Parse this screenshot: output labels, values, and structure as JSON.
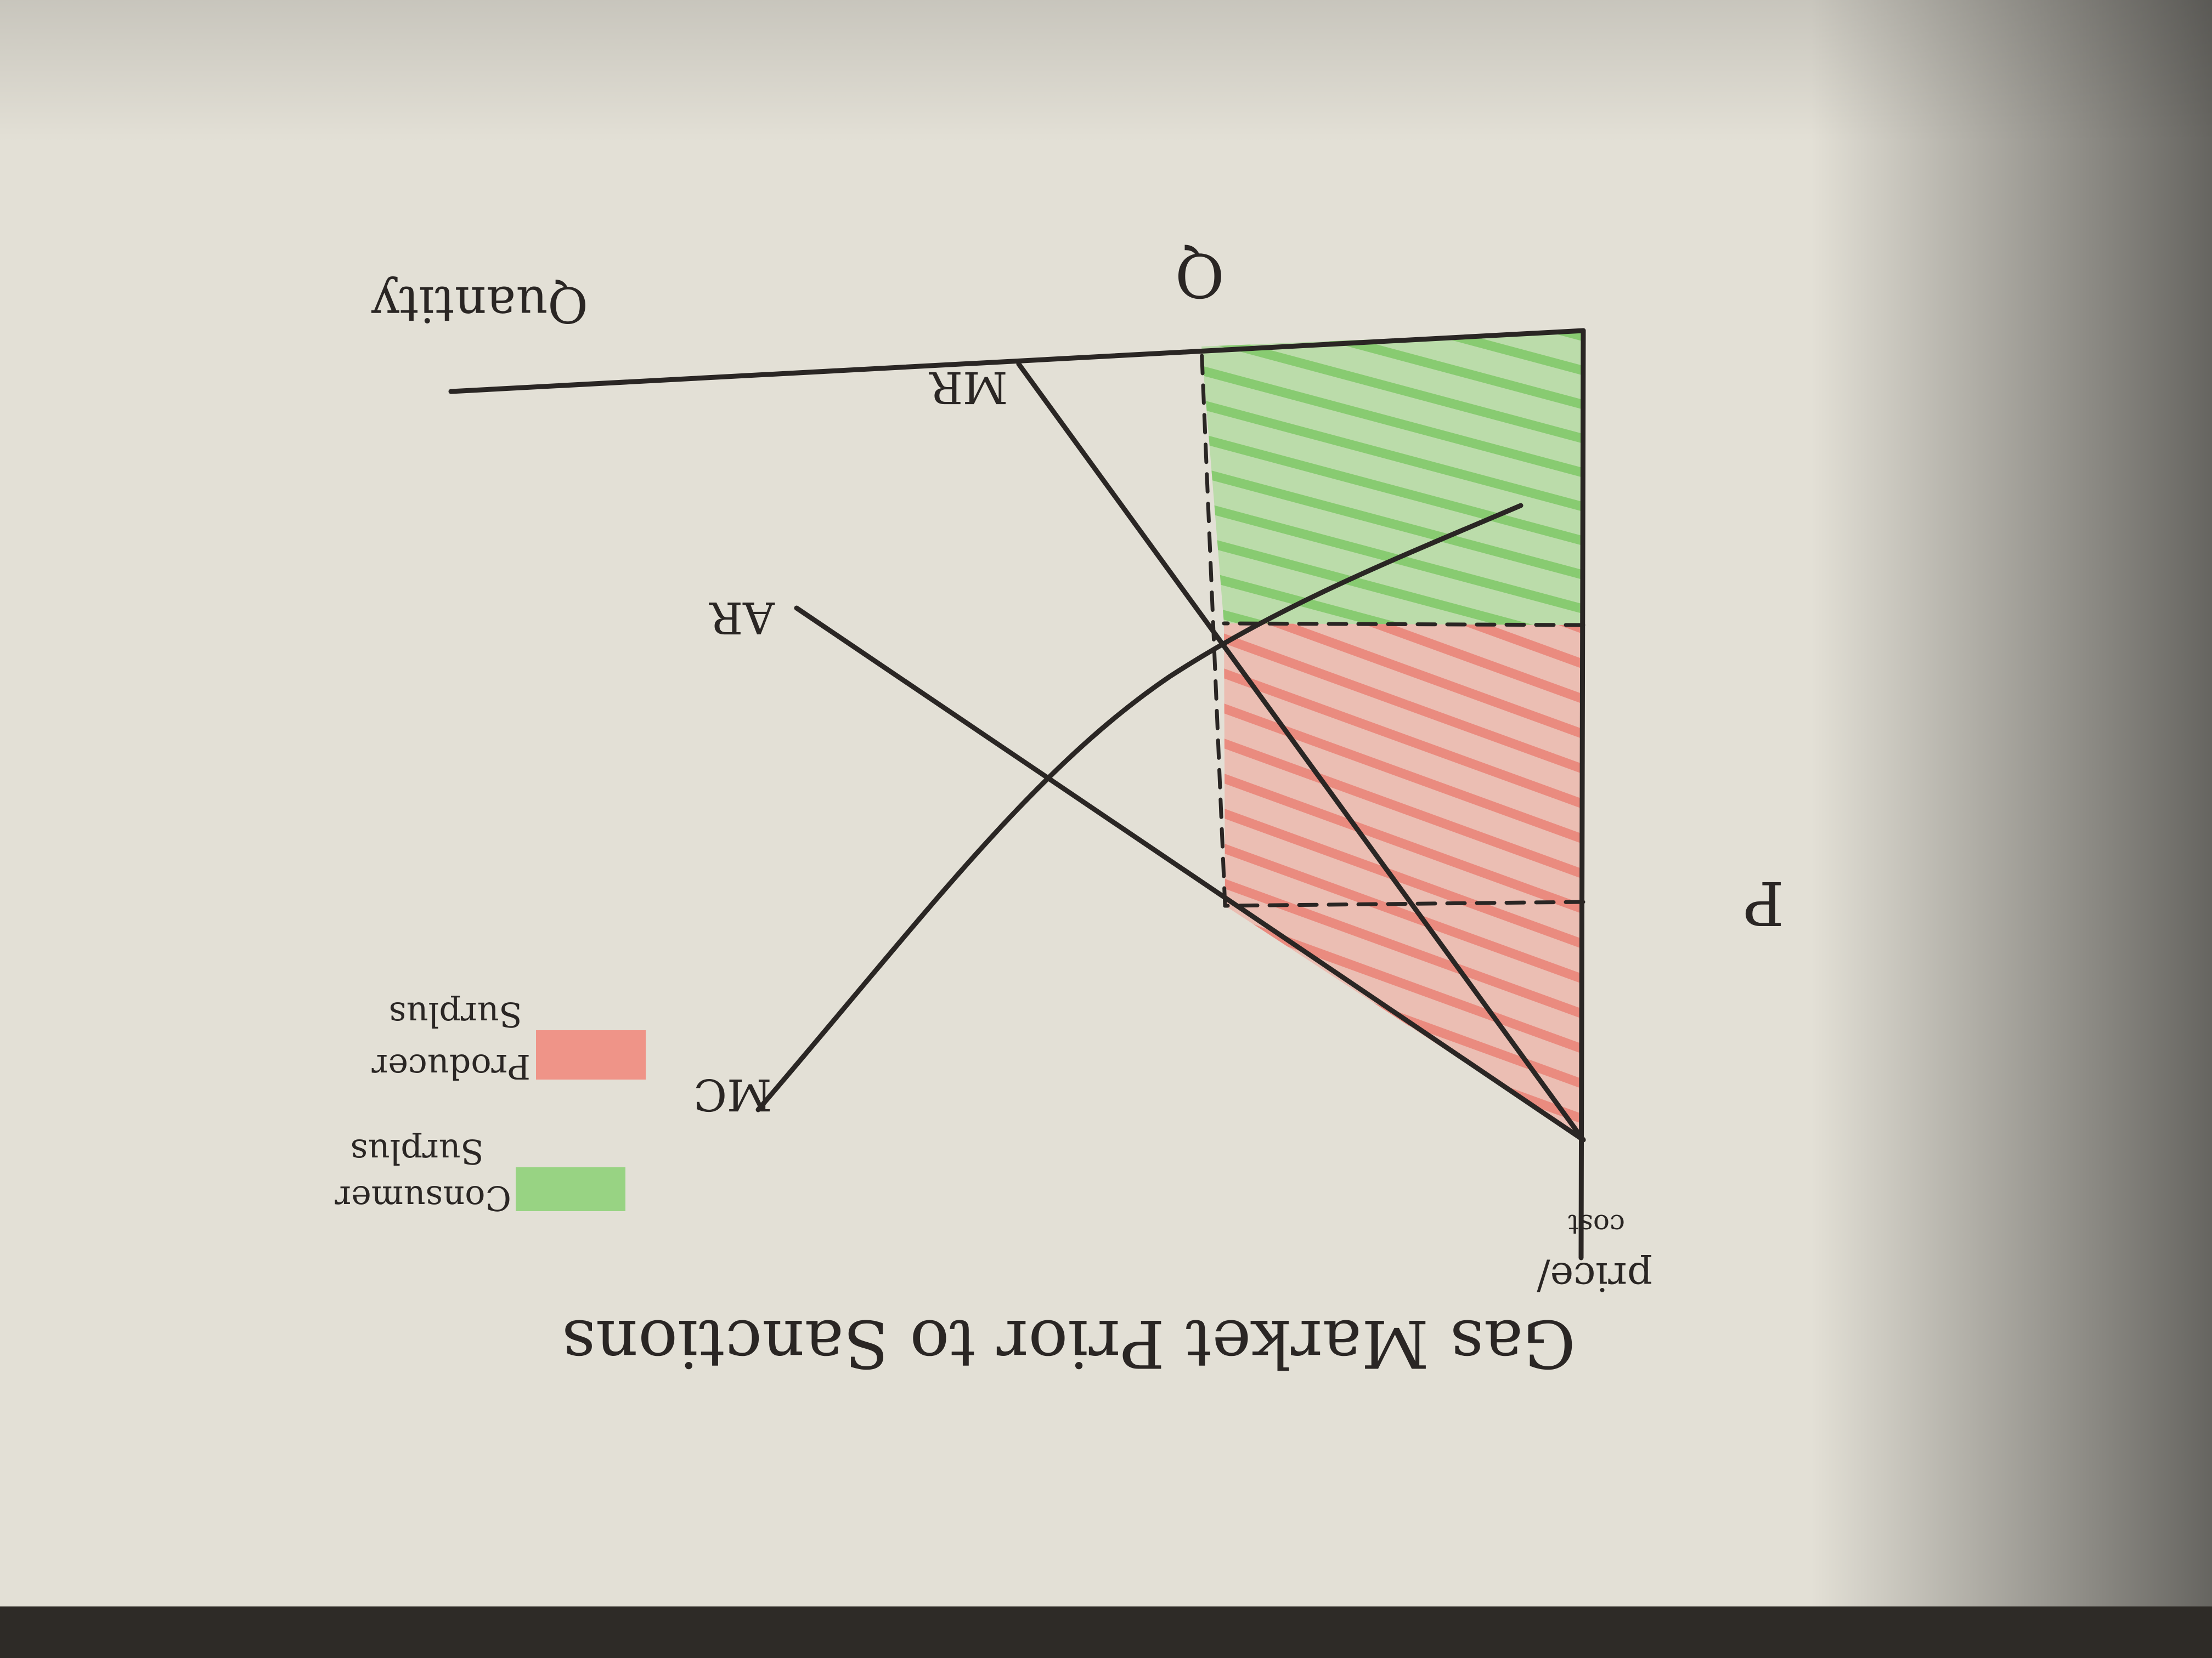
{
  "title": "Gas Market Prior to Sanctions",
  "axes": {
    "y_label_line1": "price/",
    "y_label_line2": "cost",
    "x_label": "Quantity",
    "price_tick": "P",
    "quantity_tick": "Q"
  },
  "curves": {
    "mc": "MC",
    "ar": "AR",
    "mr": "MR"
  },
  "legend": {
    "consumer_line1": "Consumer",
    "consumer_line2": "Surplus",
    "producer_line1": "Producer",
    "producer_line2": "Surplus"
  },
  "colors": {
    "paper": "#e6e3da",
    "ink": "#2a2624",
    "consumer_surplus": "#8fd27a",
    "producer_surplus": "#ef8c80"
  }
}
